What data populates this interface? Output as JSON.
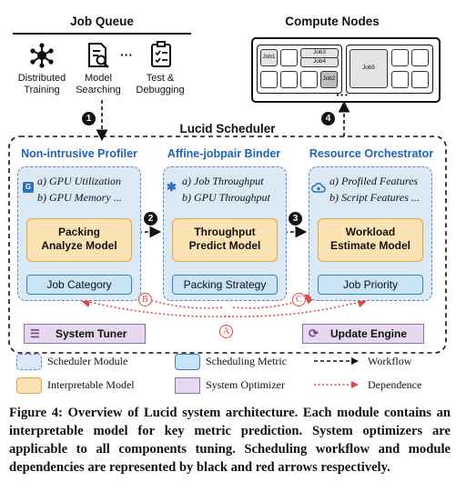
{
  "job_queue": {
    "title": "Job Queue",
    "items": [
      {
        "label_line1": "Distributed",
        "label_line2": "Training",
        "icon": "network-icon"
      },
      {
        "label_line1": "Model",
        "label_line2": "Searching",
        "icon": "search-document-icon"
      },
      {
        "label_line1": "Test &",
        "label_line2": "Debugging",
        "icon": "checklist-icon"
      }
    ],
    "ellipsis": "···"
  },
  "compute_nodes": {
    "title": "Compute Nodes",
    "jobs": [
      "Job1",
      "Job3",
      "Job4",
      "Job2",
      "Job5"
    ],
    "ellipsis": "···"
  },
  "scheduler": {
    "title": "Lucid Scheduler",
    "step1": "1",
    "step2": "2",
    "step3": "3",
    "step4": "4",
    "modules": [
      {
        "title": "Non-intrusive Profiler",
        "metric_a": "a) GPU Utilization",
        "metric_b": "b) GPU Memory ...",
        "model_line1": "Packing",
        "model_line2": "Analyze Model",
        "output": "Job Category",
        "icon": "chip-icon"
      },
      {
        "title": "Affine-jobpair Binder",
        "metric_a": "a) Job Throughput",
        "metric_b": "b) GPU Throughput",
        "model_line1": "Throughput",
        "model_line2": "Predict Model",
        "output": "Packing Strategy",
        "icon": "bluetooth-icon"
      },
      {
        "title": "Resource Orchestrator",
        "metric_a": "a) Profiled Features",
        "metric_b": "b) Script Features ...",
        "model_line1": "Workload",
        "model_line2": "Estimate Model",
        "output": "Job Priority",
        "icon": "cloud-gear-icon"
      }
    ],
    "dependence_labels": {
      "a": "A",
      "b": "B",
      "c": "C"
    },
    "system_tuner": "System Tuner",
    "update_engine": "Update Engine"
  },
  "legend": {
    "scheduler_module": "Scheduler Module",
    "scheduling_metric": "Scheduling Metric",
    "workflow": "Workflow",
    "interpretable_model": "Interpretable Model",
    "system_optimizer": "System Optimizer",
    "dependence": "Dependence"
  },
  "colors": {
    "module_fill": "#dbe8f6",
    "module_border": "#5b86c1",
    "model_fill": "#fde3b4",
    "metric_fill": "#c9e4f5",
    "optimizer_fill": "#e6d8ee",
    "dependence_arrow": "#e8423f",
    "title_blue": "#1f63b5"
  },
  "caption": "Figure 4: Overview of Lucid system architecture. Each module contains an interpretable model for key metric prediction. System optimizers are applicable to all components tuning. Scheduling workflow and module dependencies are represented by black and red arrows respectively."
}
